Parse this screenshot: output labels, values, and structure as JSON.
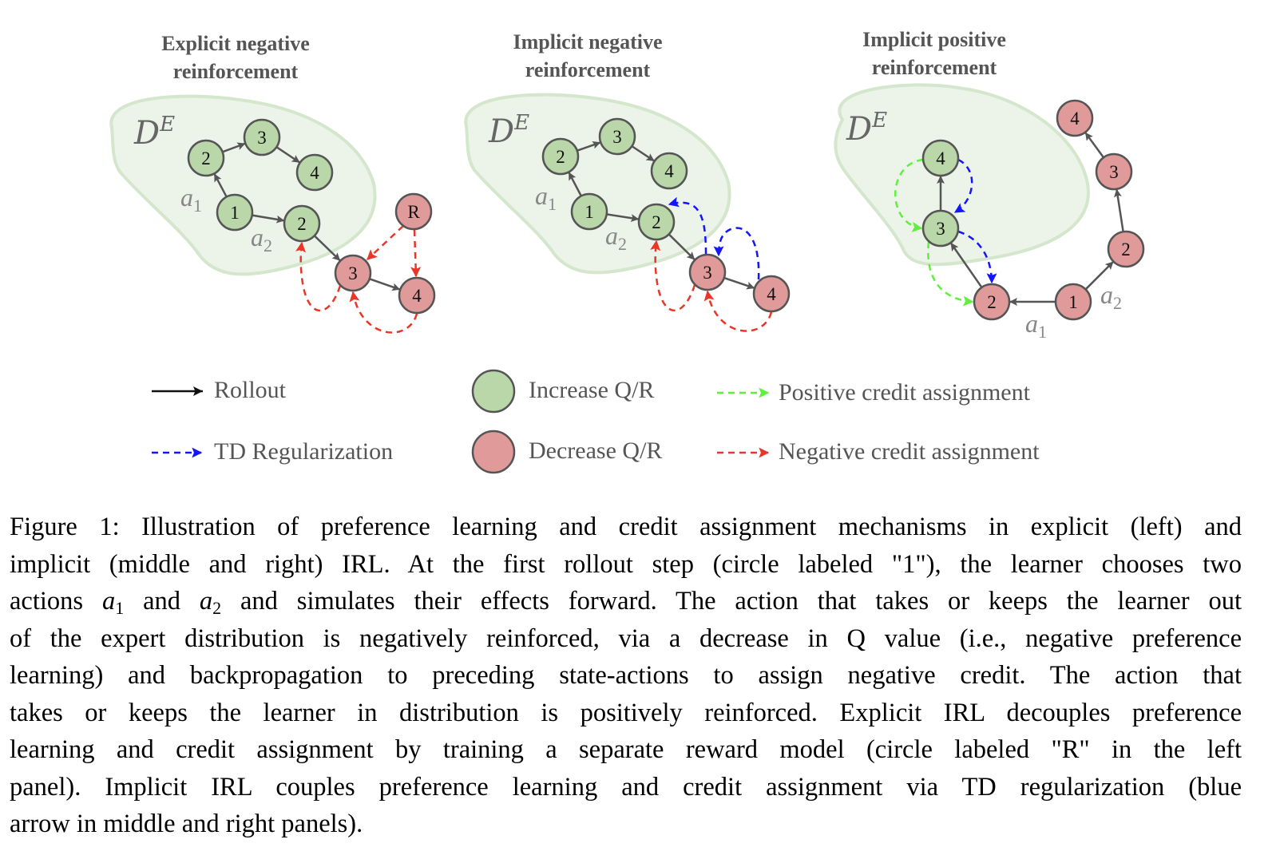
{
  "panels": [
    {
      "title_line1": "Explicit negative",
      "title_line2": "reinforcement",
      "region_label": "D",
      "region_sup": "E",
      "nodes": [
        {
          "label": "2",
          "state": "increase"
        },
        {
          "label": "3",
          "state": "increase"
        },
        {
          "label": "4",
          "state": "increase"
        },
        {
          "label": "1",
          "state": "increase"
        },
        {
          "label": "2",
          "state": "increase"
        },
        {
          "label": "3",
          "state": "decrease"
        },
        {
          "label": "4",
          "state": "decrease"
        },
        {
          "label": "R",
          "state": "decrease"
        }
      ],
      "action_labels": [
        {
          "base": "a",
          "sub": "1"
        },
        {
          "base": "a",
          "sub": "2"
        }
      ]
    },
    {
      "title_line1": "Implicit negative",
      "title_line2": "reinforcement",
      "region_label": "D",
      "region_sup": "E",
      "nodes": [
        {
          "label": "2",
          "state": "increase"
        },
        {
          "label": "3",
          "state": "increase"
        },
        {
          "label": "4",
          "state": "increase"
        },
        {
          "label": "1",
          "state": "increase"
        },
        {
          "label": "2",
          "state": "increase"
        },
        {
          "label": "3",
          "state": "decrease"
        },
        {
          "label": "4",
          "state": "decrease"
        }
      ],
      "action_labels": [
        {
          "base": "a",
          "sub": "1"
        },
        {
          "base": "a",
          "sub": "2"
        }
      ]
    },
    {
      "title_line1": "Implicit positive",
      "title_line2": "reinforcement",
      "region_label": "D",
      "region_sup": "E",
      "nodes": [
        {
          "label": "4",
          "state": "increase"
        },
        {
          "label": "3",
          "state": "increase"
        },
        {
          "label": "2",
          "state": "decrease"
        },
        {
          "label": "1",
          "state": "decrease"
        },
        {
          "label": "2",
          "state": "decrease"
        },
        {
          "label": "3",
          "state": "decrease"
        },
        {
          "label": "4",
          "state": "decrease"
        }
      ],
      "action_labels": [
        {
          "base": "a",
          "sub": "1"
        },
        {
          "base": "a",
          "sub": "2"
        }
      ]
    }
  ],
  "legend": {
    "rollout": "Rollout",
    "td_regularization": "TD Regularization",
    "increase": "Increase Q/R",
    "decrease": "Decrease Q/R",
    "positive_credit": "Positive credit assignment",
    "negative_credit": "Negative credit assignment"
  },
  "colors": {
    "increase_fill": "#b9d7a8",
    "decrease_fill": "#e09a9a",
    "region_fill": "#ecf4ea",
    "region_stroke": "#d4e6cc",
    "rollout": "#555555",
    "td": "#1414ff",
    "positive": "#5ef03a",
    "negative": "#ea3528"
  },
  "caption": {
    "l1": "Figure 1: Illustration of preference learning and credit assignment mechanisms in explicit (left) and",
    "l2": "implicit (middle and right) IRL. At the first rollout step (circle labeled \"1\"), the learner chooses two",
    "l3a": "actions",
    "l3_a1": "a",
    "l3_a1sub": "1",
    "l3b": "and",
    "l3_a2": "a",
    "l3_a2sub": "2",
    "l3c": "and simulates their effects forward. The action that takes or keeps the learner out",
    "l4": "of the expert distribution is negatively reinforced, via a decrease in Q value (i.e., negative preference",
    "l5": "learning) and backpropagation to preceding state-actions to assign negative credit.  The action that",
    "l6": "takes or keeps the learner in distribution is positively reinforced. Explicit IRL decouples preference",
    "l7": "learning and credit assignment by training a separate reward model (circle labeled \"R\" in the left",
    "l8": "panel). Implicit IRL couples preference learning and credit assignment via TD regularization (blue",
    "l9": "arrow in middle and right panels)."
  }
}
